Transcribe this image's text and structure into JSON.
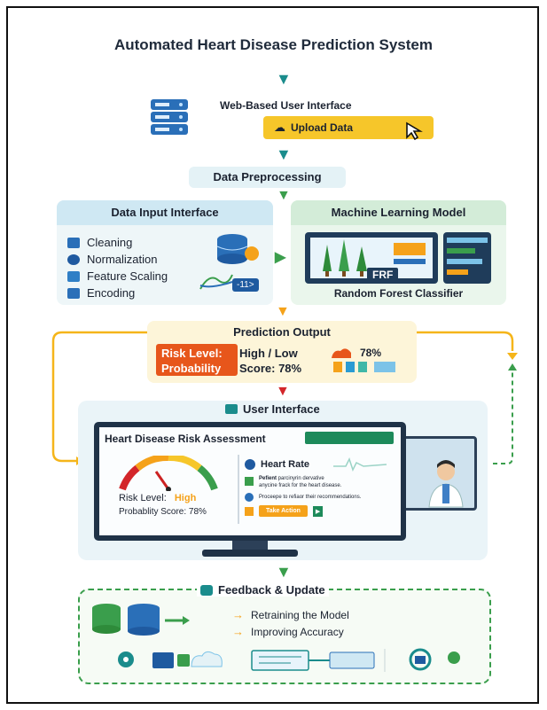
{
  "title": "Automated Heart Disease Prediction System",
  "web_ui": {
    "label": "Web-Based User Interface",
    "upload_button": "Upload Data"
  },
  "preprocessing": {
    "label": "Data Preprocessing"
  },
  "data_input": {
    "title": "Data Input Interface",
    "items": [
      "Cleaning",
      "Normalization",
      "Feature Scaling",
      "Encoding"
    ],
    "badge": "-11>"
  },
  "ml_model": {
    "title": "Machine Learning Model",
    "badge": "FRF",
    "caption": "Random Forest Classifier"
  },
  "prediction": {
    "title": "Prediction Output",
    "risk_key": "Risk Level:",
    "risk_value": "High / Low",
    "prob_key": "Probability",
    "prob_value": "Score: 78%",
    "percent": "78%"
  },
  "user_interface": {
    "title": "User Interface",
    "screen_title": "Heart Disease Risk Assessment",
    "risk_label": "Risk Level:",
    "risk_value": "High",
    "prob_text": "Probablity Score: 78%",
    "heart_rate": "Heart Rate",
    "line1a": "Pefient",
    "line1b": " parcinyrin dervative",
    "line2": "anycine frack for the heart disease.",
    "line3": "Proceepe to refiaor their recommendations.",
    "action_button": "Take Action"
  },
  "feedback": {
    "title": "Feedback & Update",
    "items": [
      "Retraining the Model",
      "Improving Accuracy"
    ]
  },
  "colors": {
    "teal": "#1a8c8c",
    "green": "#3a9e4c",
    "orange": "#f5a21a",
    "yellow_button": "#f6c62a",
    "red": "#d3262a",
    "risk_orange": "#e7561b"
  }
}
